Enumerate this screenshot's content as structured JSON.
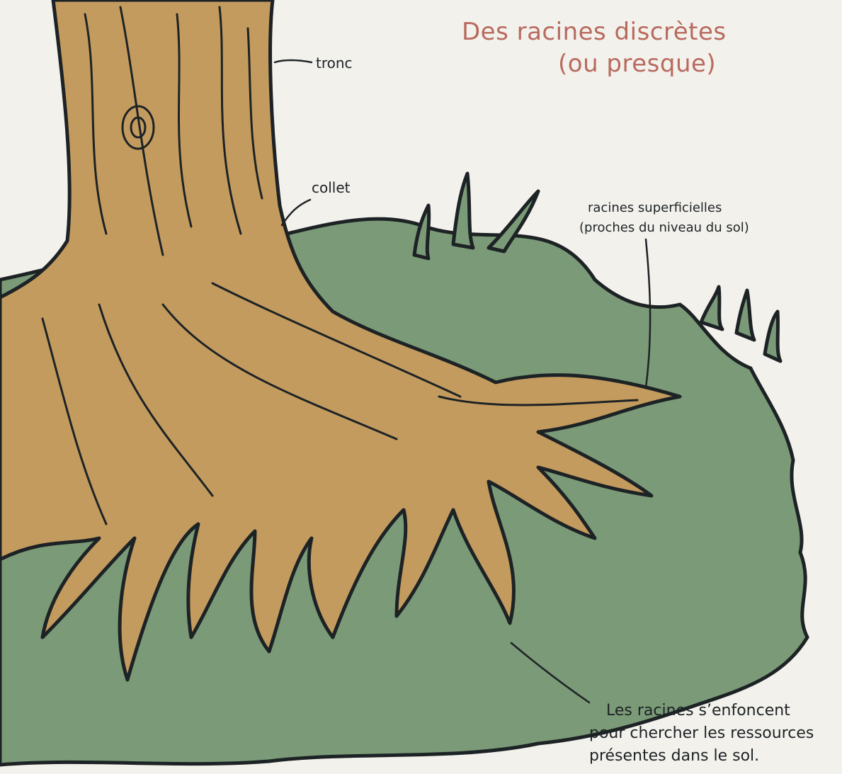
{
  "title": {
    "line1": "Des racines discrètes",
    "line2": "(ou presque)"
  },
  "labels": {
    "tronc": "tronc",
    "collet": "collet",
    "superficielles_line1": "racines superficielles",
    "superficielles_line2": "(proches du niveau du sol)",
    "deep_line1": "Les racines s’enfoncent",
    "deep_line2": "pour chercher les ressources",
    "deep_line3": "présentes dans le sol."
  },
  "colors": {
    "background": "#f3f1ec",
    "soil": "#7b9a78",
    "root": "#c49b5f",
    "outline": "#1d2325",
    "title": "#b86a5e"
  }
}
